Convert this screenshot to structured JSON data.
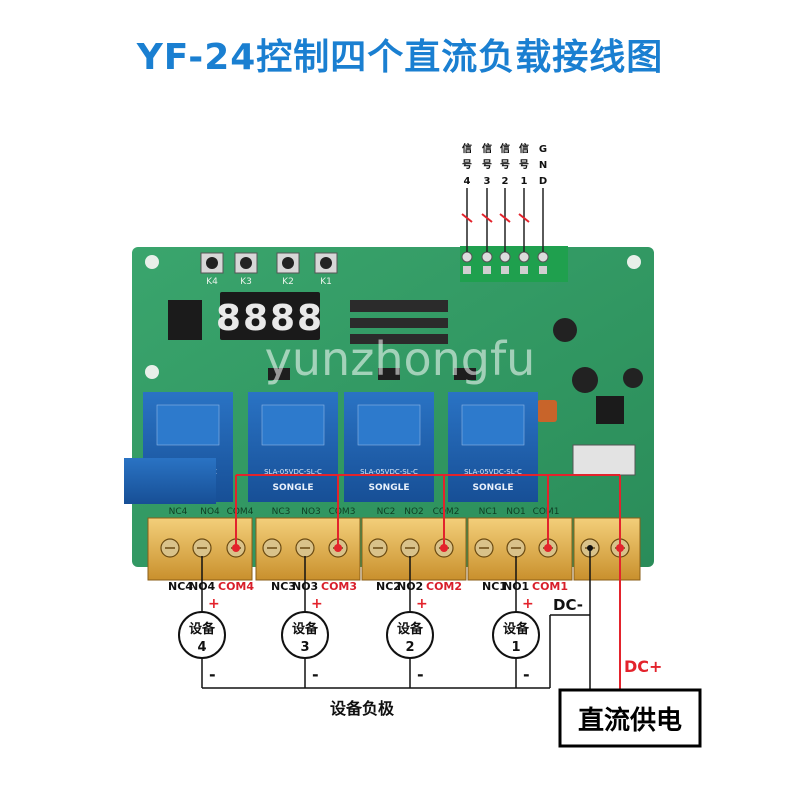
{
  "title": "YF-24控制四个直流负载接线图",
  "watermark": "yunzhongfu",
  "signal": {
    "labels": [
      {
        "top": "信",
        "mid": "号",
        "bottom": "4"
      },
      {
        "top": "信",
        "mid": "号",
        "bottom": "3"
      },
      {
        "top": "信",
        "mid": "号",
        "bottom": "2"
      },
      {
        "top": "信",
        "mid": "号",
        "bottom": "1"
      },
      {
        "top": "G",
        "mid": "N",
        "bottom": "D"
      }
    ]
  },
  "board": {
    "display_digits": "8888",
    "relay_brand": "SONGLE",
    "relay_model": "SLA-05VDC-SL-C",
    "buttons": [
      "K4",
      "K3",
      "K2",
      "K1"
    ],
    "terminal_pcb_labels": [
      "NC4",
      "NO4",
      "COM4",
      "NC3",
      "NO3",
      "COM3",
      "NC2",
      "NO2",
      "COM2",
      "NC1",
      "NO1",
      "COM1"
    ]
  },
  "channels": [
    {
      "nc": "NC4",
      "no": "NO4",
      "com": "COM4",
      "device_top": "设备",
      "device_num": "4"
    },
    {
      "nc": "NC3",
      "no": "NO3",
      "com": "COM3",
      "device_top": "设备",
      "device_num": "3"
    },
    {
      "nc": "NC2",
      "no": "NO2",
      "com": "COM2",
      "device_top": "设备",
      "device_num": "2"
    },
    {
      "nc": "NC1",
      "no": "NO1",
      "com": "COM1",
      "device_top": "设备",
      "device_num": "1"
    }
  ],
  "plus_sign": "+",
  "minus_sign": "-",
  "dc_minus": "DC-",
  "dc_plus": "DC+",
  "load_negative": "设备负极",
  "dc_supply": "直流供电",
  "colors": {
    "title": "#1a7fd1",
    "board": "#2f9a63",
    "relay": "#1d5fae",
    "wire_red": "#e3232c",
    "com_label": "#d81e2a",
    "terminal": "#e2b24a"
  }
}
